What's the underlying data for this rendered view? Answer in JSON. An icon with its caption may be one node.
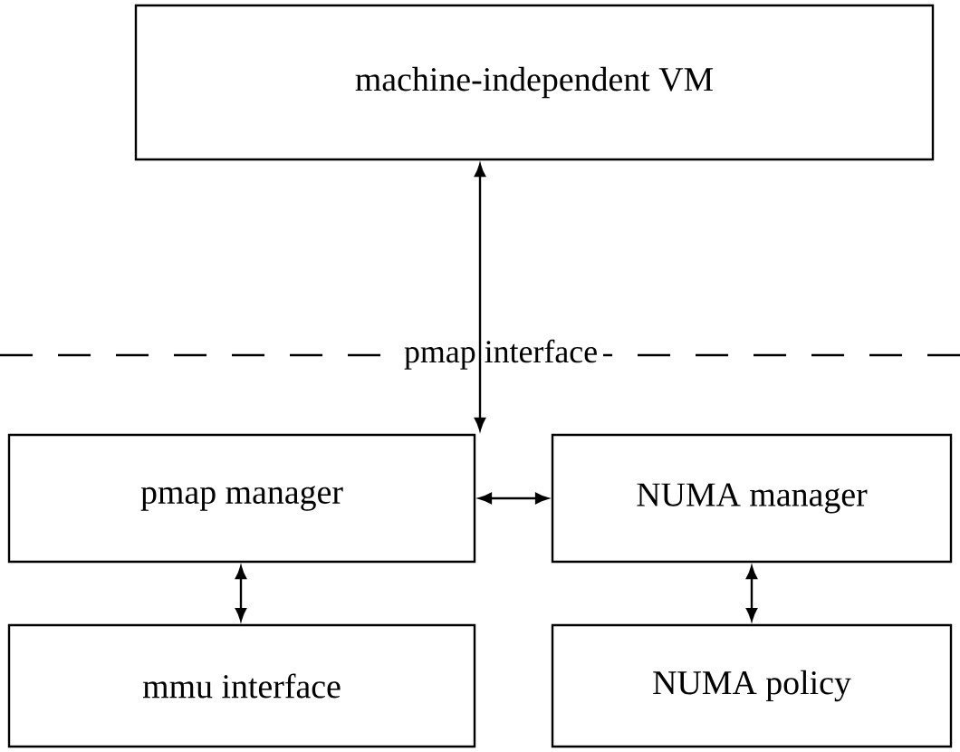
{
  "diagram": {
    "nodes": [
      {
        "text": [
          "machine-independent VM"
        ]
      },
      {
        "text": [
          "pmap manager"
        ]
      },
      {
        "text": [
          "NUMA manager"
        ]
      },
      {
        "text": [
          "mmu interface"
        ]
      },
      {
        "text": [
          "NUMA policy"
        ]
      }
    ],
    "edges": [
      {
        "from": 0,
        "to": 1,
        "arrow": "both"
      },
      {
        "from": 1,
        "to": 2,
        "arrow": "both"
      },
      {
        "from": 1,
        "to": 3,
        "arrow": "both"
      },
      {
        "from": 2,
        "to": 4,
        "arrow": "both"
      }
    ],
    "labels": [
      "pmap interface"
    ]
  }
}
